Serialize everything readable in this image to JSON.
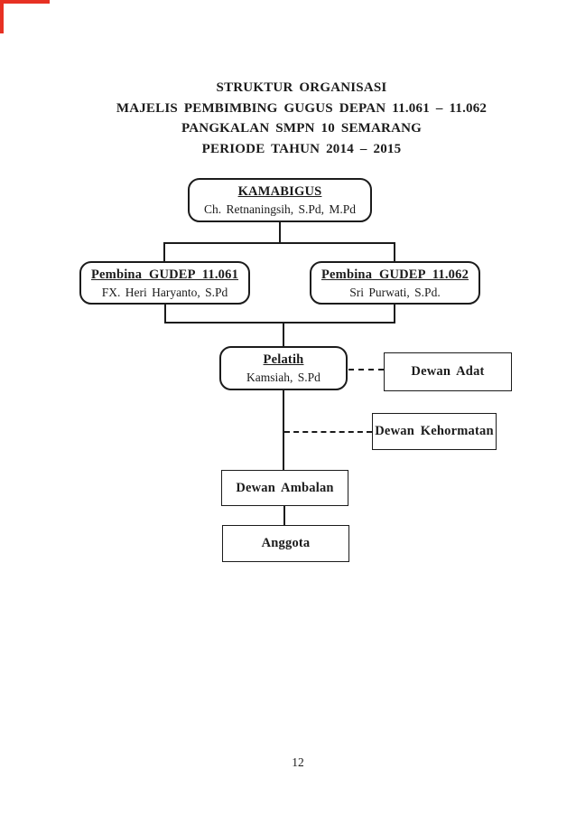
{
  "titles": [
    "STRUKTUR ORGANISASI",
    "MAJELIS PEMBIMBING GUGUS DEPAN 11.061 – 11.062",
    "PANGKALAN SMPN 10 SEMARANG",
    "PERIODE TAHUN 2014 – 2015"
  ],
  "org_chart": {
    "nodes": {
      "kamabigus": {
        "title": "KAMABIGUS",
        "subtitle": "Ch. Retnaningsih, S.Pd, M.Pd"
      },
      "pembina_gudep_1": {
        "title": "Pembina GUDEP 11.061",
        "subtitle": "FX. Heri Haryanto, S.Pd"
      },
      "pembina_gudep_2": {
        "title": "Pembina GUDEP 11.062",
        "subtitle": "Sri Purwati, S.Pd."
      },
      "pelatih": {
        "title": "Pelatih",
        "subtitle": "Kamsiah, S.Pd"
      },
      "dewan_adat": {
        "label": "Dewan Adat"
      },
      "dewan_kehormatan": {
        "label": "Dewan Kehormatan"
      },
      "dewan_ambalan": {
        "label": "Dewan Ambalan"
      },
      "anggota": {
        "label": "Anggota"
      }
    }
  },
  "page_number": "12",
  "colors": {
    "background": "#ffffff",
    "ink": "#1b1b1b",
    "corner_mark_red": "#e73123"
  }
}
